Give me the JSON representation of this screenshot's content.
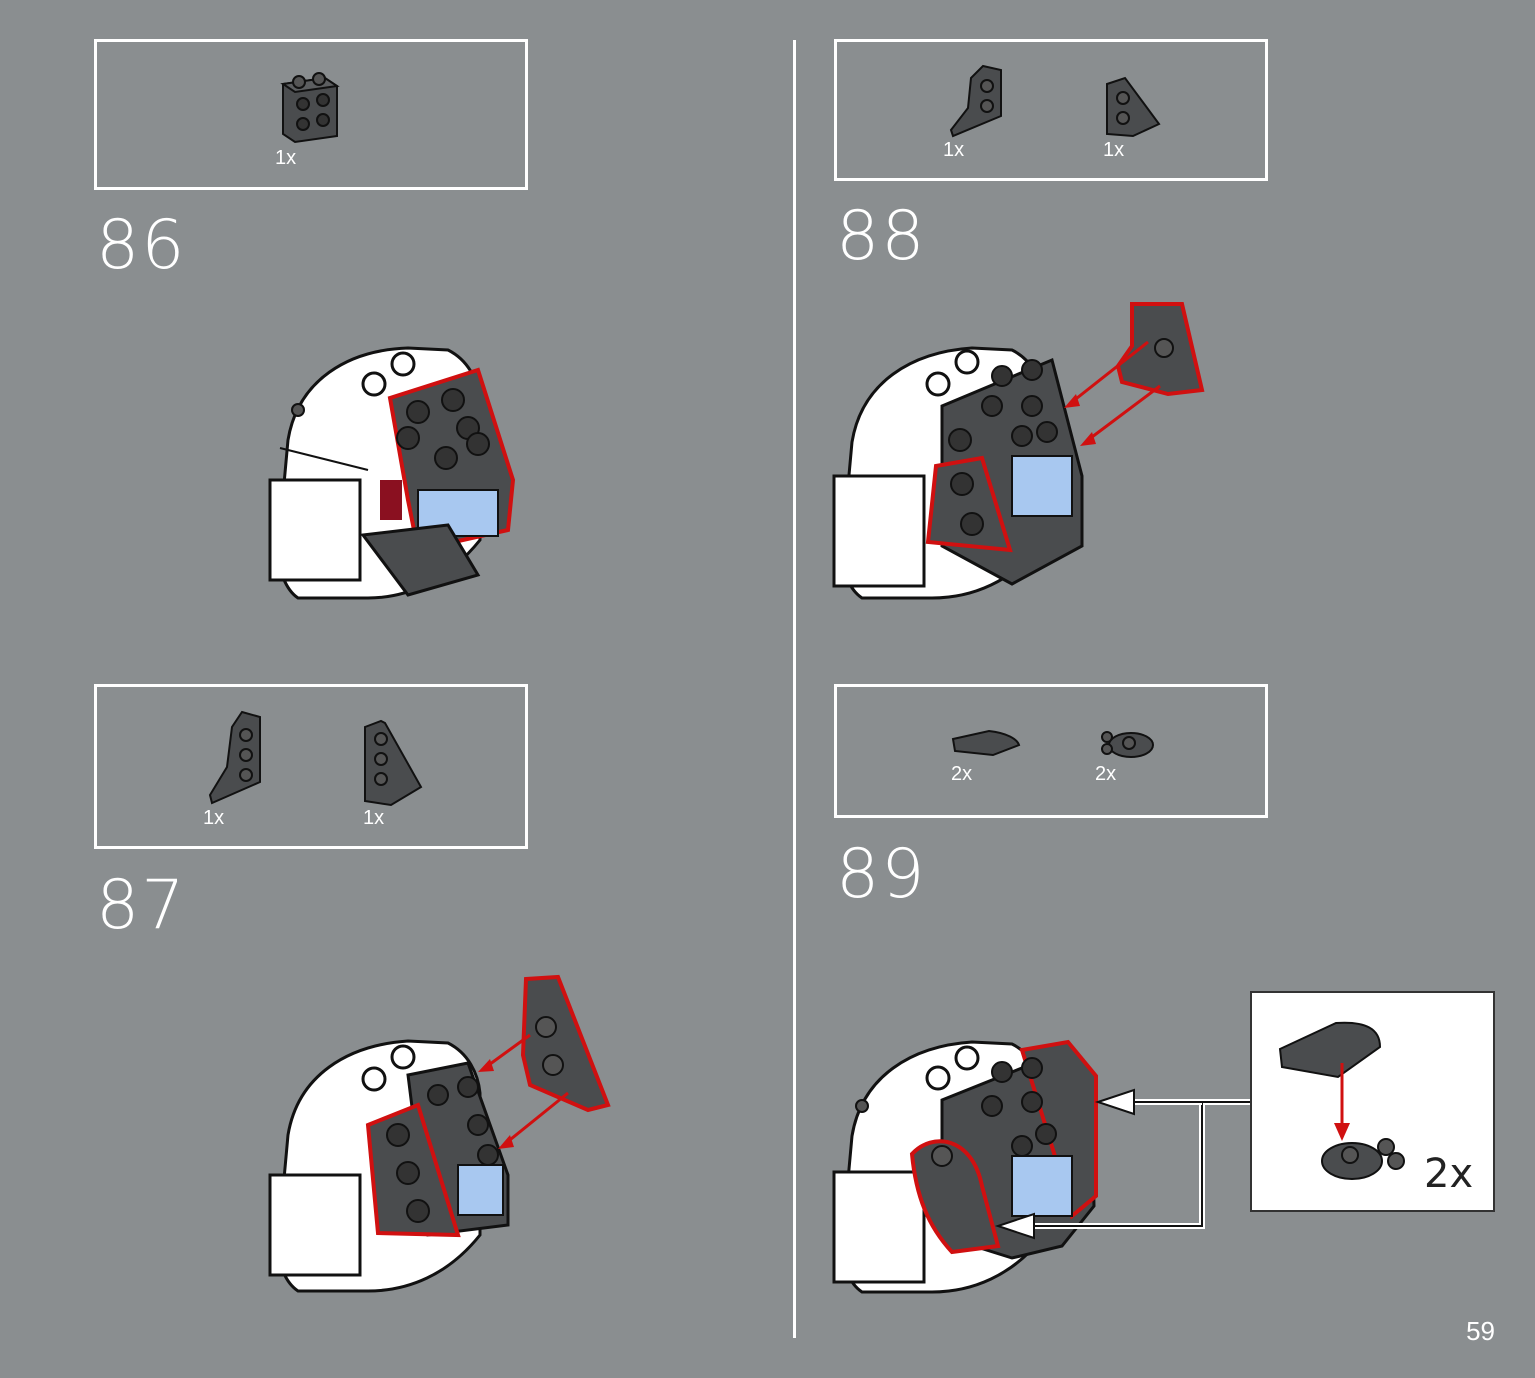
{
  "steps": [
    {
      "number": "86",
      "parts": [
        {
          "qty": "1x"
        }
      ]
    },
    {
      "number": "87",
      "parts": [
        {
          "qty": "1x"
        },
        {
          "qty": "1x"
        }
      ]
    },
    {
      "number": "88",
      "parts": [
        {
          "qty": "1x"
        },
        {
          "qty": "1x"
        }
      ]
    },
    {
      "number": "89",
      "parts": [
        {
          "qty": "2x"
        },
        {
          "qty": "2x"
        }
      ],
      "callout_qty": "2x"
    }
  ],
  "page_number": "59",
  "colors": {
    "background": "#8a8e90",
    "brick_dark": "#4a4c4e",
    "brick_white": "#ffffff",
    "highlight": "#d01010",
    "accent_blue": "#a8c8f0"
  }
}
